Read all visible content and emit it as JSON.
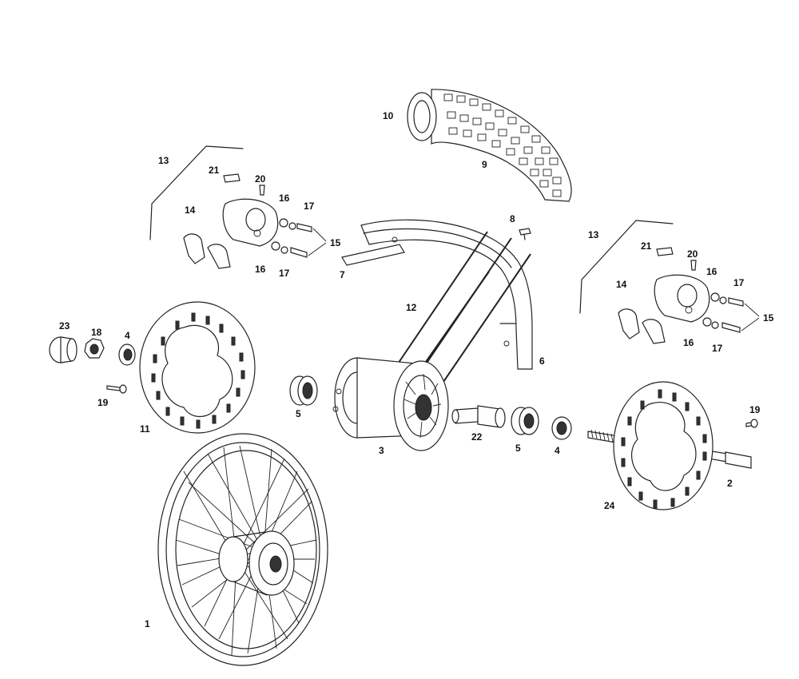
{
  "callouts": {
    "c1": "1",
    "c2": "2",
    "c3": "3",
    "c4a": "4",
    "c4b": "4",
    "c5a": "5",
    "c5b": "5",
    "c6": "6",
    "c7": "7",
    "c8": "8",
    "c9": "9",
    "c10": "10",
    "c11": "11",
    "c12": "12",
    "c13a": "13",
    "c13b": "13",
    "c14a": "14",
    "c14b": "14",
    "c15a": "15",
    "c15b": "15",
    "c16a": "16",
    "c16b": "16",
    "c16c": "16",
    "c16d": "16",
    "c17a": "17",
    "c17b": "17",
    "c17c": "17",
    "c17d": "17",
    "c18": "18",
    "c19a": "19",
    "c19b": "19",
    "c20a": "20",
    "c20b": "20",
    "c21a": "21",
    "c21b": "21",
    "c22": "22",
    "c23": "23",
    "c24": "24"
  }
}
